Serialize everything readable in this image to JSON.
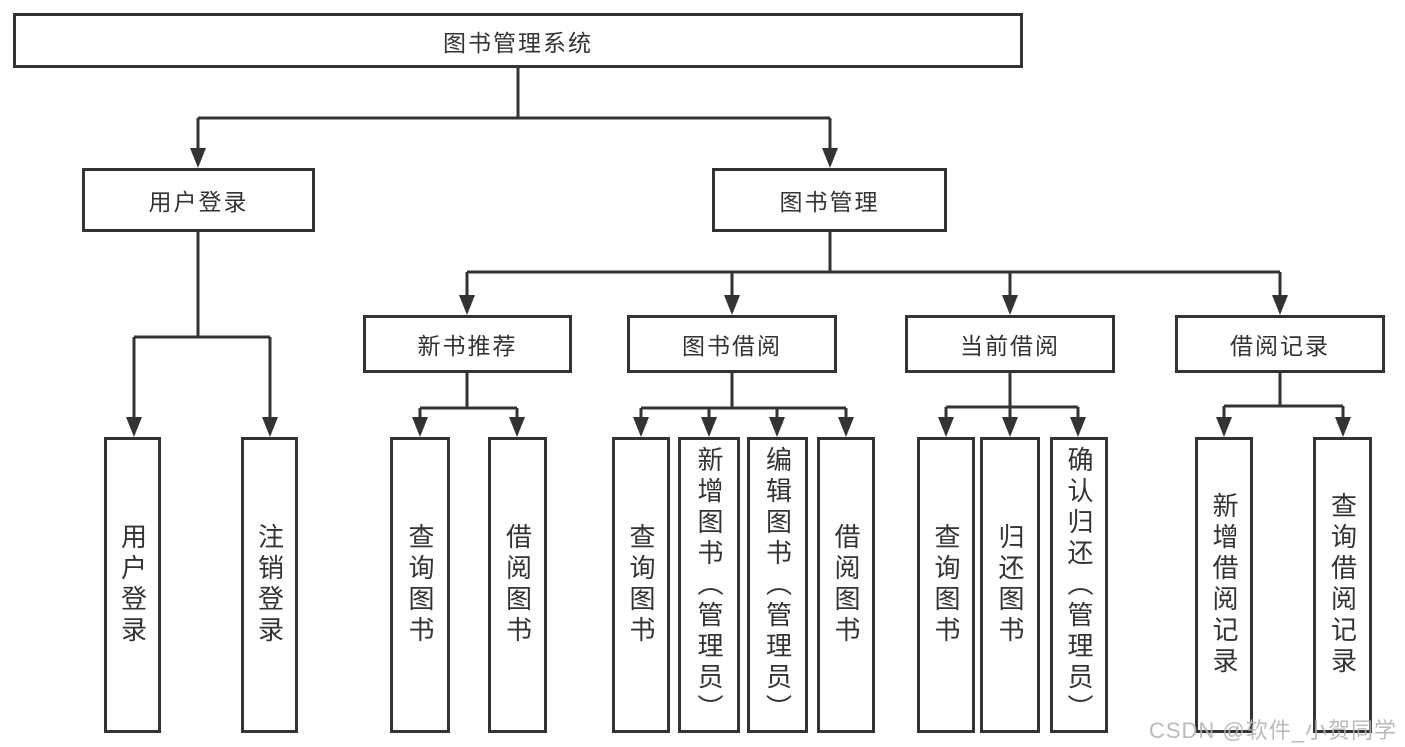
{
  "root": {
    "label": "图书管理系统"
  },
  "branches": {
    "user_login": {
      "label": "用户登录",
      "children": [
        {
          "label": "用户登录"
        },
        {
          "label": "注销登录"
        }
      ]
    },
    "book_mgmt": {
      "label": "图书管理"
    }
  },
  "modules": [
    {
      "label": "新书推荐",
      "children": [
        {
          "label": "查询图书"
        },
        {
          "label": "借阅图书"
        }
      ]
    },
    {
      "label": "图书借阅",
      "children": [
        {
          "label": "查询图书"
        },
        {
          "label": "新增图书（管理员）"
        },
        {
          "label": "编辑图书（管理员）"
        },
        {
          "label": "借阅图书"
        }
      ]
    },
    {
      "label": "当前借阅",
      "children": [
        {
          "label": "查询图书"
        },
        {
          "label": "归还图书"
        },
        {
          "label": "确认归还（管理员）"
        }
      ]
    },
    {
      "label": "借阅记录",
      "children": [
        {
          "label": "新增借阅记录"
        },
        {
          "label": "查询借阅记录"
        }
      ]
    }
  ],
  "watermark": "CSDN @软件_小贺同学",
  "colors": {
    "line": "#333333",
    "text": "#333333",
    "watermark_gray": "#b3b3b3",
    "background": "#ffffff"
  }
}
